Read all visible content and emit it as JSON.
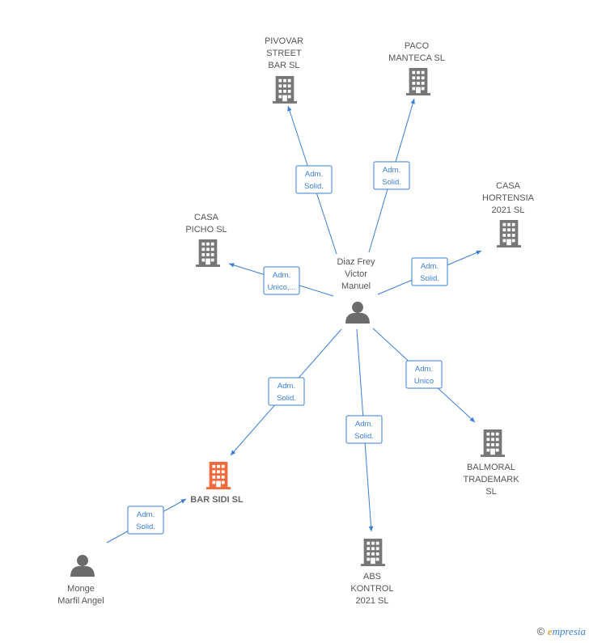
{
  "colors": {
    "edge": "#3a7fd5",
    "company": "#777777",
    "highlight_company": "#f26a3c",
    "person": "#6b6b6b"
  },
  "nodes": [
    {
      "id": "diaz",
      "type": "person",
      "lines": [
        "Diaz Frey",
        "Victor",
        "Manuel"
      ]
    },
    {
      "id": "pivovar",
      "type": "company",
      "lines": [
        "PIVOVAR",
        "STREET",
        "BAR  SL"
      ]
    },
    {
      "id": "paco",
      "type": "company",
      "lines": [
        "PACO",
        "MANTECA  SL"
      ]
    },
    {
      "id": "hortensia",
      "type": "company",
      "lines": [
        "CASA",
        "HORTENSIA",
        "2021  SL"
      ]
    },
    {
      "id": "picho",
      "type": "company",
      "lines": [
        "CASA",
        "PICHO  SL"
      ]
    },
    {
      "id": "balmoral",
      "type": "company",
      "lines": [
        "BALMORAL",
        "TRADEMARK",
        "SL"
      ]
    },
    {
      "id": "abs",
      "type": "company",
      "lines": [
        "ABS",
        "KONTROL",
        "2021  SL"
      ]
    },
    {
      "id": "barsidi",
      "type": "company_main",
      "lines": [
        "BAR SIDI  SL"
      ]
    },
    {
      "id": "monge",
      "type": "person",
      "lines": [
        "Monge",
        "Marfil Angel"
      ]
    }
  ],
  "edges": [
    {
      "from": "diaz",
      "to": "pivovar",
      "label": [
        "Adm.",
        "Solid."
      ]
    },
    {
      "from": "diaz",
      "to": "paco",
      "label": [
        "Adm.",
        "Solid."
      ]
    },
    {
      "from": "diaz",
      "to": "hortensia",
      "label": [
        "Adm.",
        "Solid."
      ]
    },
    {
      "from": "diaz",
      "to": "picho",
      "label": [
        "Adm.",
        "Unico,..."
      ]
    },
    {
      "from": "diaz",
      "to": "balmoral",
      "label": [
        "Adm.",
        "Unico"
      ]
    },
    {
      "from": "diaz",
      "to": "abs",
      "label": [
        "Adm.",
        "Solid."
      ]
    },
    {
      "from": "diaz",
      "to": "barsidi",
      "label": [
        "Adm.",
        "Solid."
      ]
    },
    {
      "from": "monge",
      "to": "barsidi",
      "label": [
        "Adm.",
        "Solid."
      ]
    }
  ],
  "watermark": {
    "copyright": "©",
    "brand_initial": "e",
    "brand_rest": "mpresia"
  }
}
